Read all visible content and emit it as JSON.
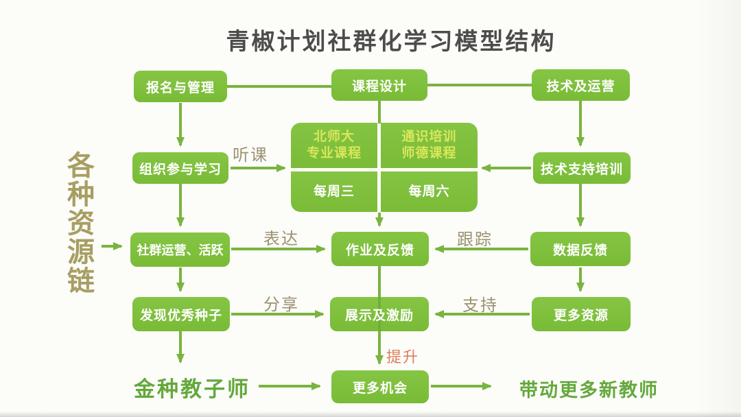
{
  "title": "青椒计划社群化学习模型结构",
  "side_label": "各种资源链",
  "nodes": {
    "signup": "报名与管理",
    "course_design": "课程设计",
    "tech_ops": "技术及运营",
    "organize": "组织参与学习",
    "tech_training": "技术支持培训",
    "community": "社群运营、活跃",
    "homework": "作业及反馈",
    "data_feedback": "数据反馈",
    "seeds": "发现优秀种子",
    "showcase": "展示及激励",
    "more_resources": "更多资源",
    "more_opportunities": "更多机会"
  },
  "grid": {
    "top_left": "北师大\n专业课程",
    "top_right": "通识培训\n师德课程",
    "bottom_left": "每周三",
    "bottom_right": "每周六"
  },
  "edge_labels": {
    "listen": "听课",
    "express": "表达",
    "track": "跟踪",
    "share": "分享",
    "support": "支持",
    "improve": "提升"
  },
  "end_labels": {
    "gold_seed": "金种教子师",
    "drive_more": "带动更多新教师"
  },
  "colors": {
    "box_green": "#7ec03d",
    "line_green": "#79b43e",
    "cell_text_yellow": "#d9e75b",
    "label_khaki": "#9b9271",
    "accent_orange": "#e07c58",
    "end_text_green": "#64a83c",
    "side_text_olive": "#a79e62",
    "title_gray": "#4c4c4a"
  }
}
